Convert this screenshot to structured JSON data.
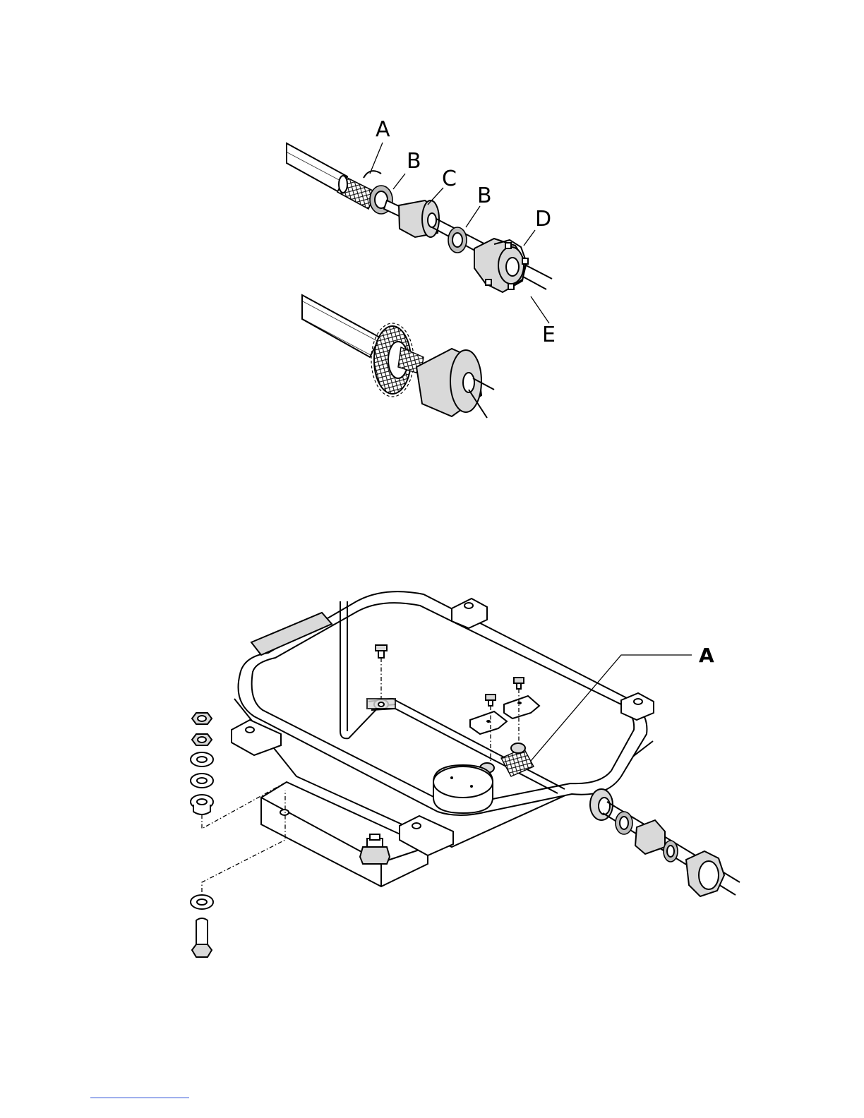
{
  "figure_top": {
    "labels": {
      "a": "A",
      "b1": "B",
      "c": "C",
      "b2": "B",
      "d": "D",
      "e": "E"
    }
  },
  "figure_bottom": {
    "labels": {
      "a": "A"
    }
  },
  "colors": {
    "line": "#000000",
    "shade": "#d9d9d9",
    "shade_dark": "#bdbdbd",
    "footer_link": "#2b4fd8"
  }
}
